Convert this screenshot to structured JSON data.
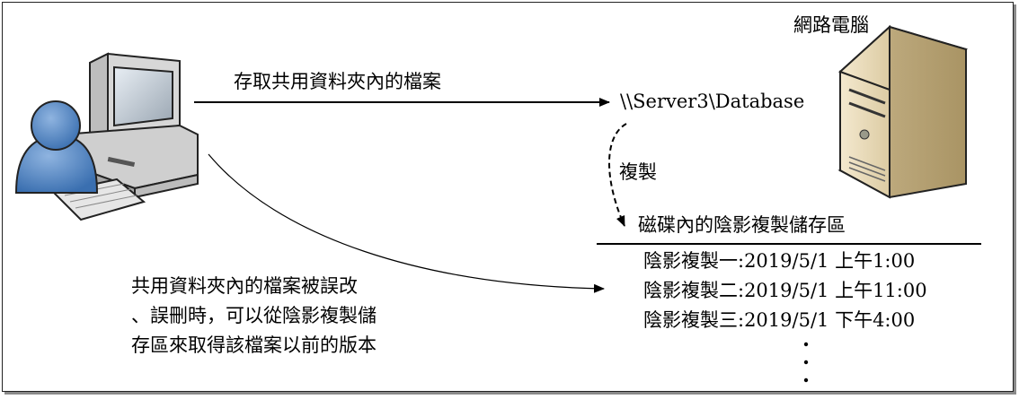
{
  "server_label": "網路電腦",
  "arrow_top_label": "存取共用資料夾內的檔案",
  "server_path": "\\\\Server3\\Database",
  "copy_label": "複製",
  "shadow_storage_title": "磁碟內的陰影複製儲存區",
  "shadow_copies": [
    "陰影複製一:2019/5/1 上午1:00",
    "陰影複製二:2019/5/1 上午11:00",
    "陰影複製三:2019/5/1 下午4:00"
  ],
  "note_lines": [
    "共用資料夾內的檔案被誤改",
    "、誤刪時，可以從陰影複製儲",
    "存區來取得該檔案以前的版本"
  ]
}
